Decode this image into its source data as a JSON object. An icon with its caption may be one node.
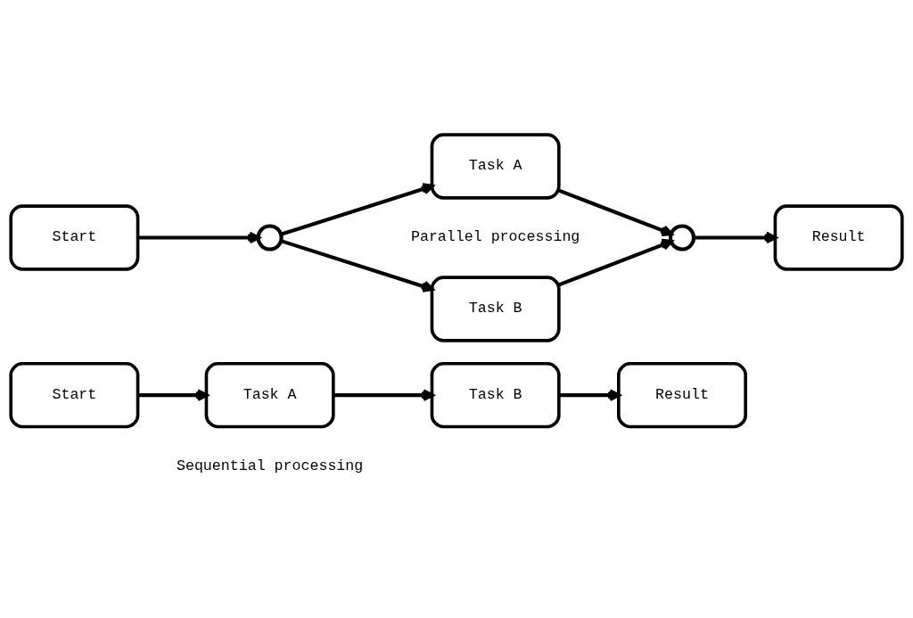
{
  "diagram": {
    "nodes": [
      {
        "text": [
          "Start"
        ]
      },
      {
        "text": [
          "Task A"
        ]
      },
      {
        "text": [
          "Task B"
        ]
      },
      {
        "text": [
          "Result"
        ]
      },
      {
        "text": [
          "Start"
        ]
      },
      {
        "text": [],
        "shape": "circle"
      },
      {
        "text": [
          "Task A"
        ]
      },
      {
        "text": [
          "Task B"
        ]
      },
      {
        "text": [],
        "shape": "circle"
      },
      {
        "text": [
          "Result"
        ]
      }
    ],
    "edges": [
      {
        "from": 0,
        "to": 1,
        "arrow": "to"
      },
      {
        "from": 1,
        "to": 2,
        "arrow": "to"
      },
      {
        "from": 2,
        "to": 3,
        "arrow": "to"
      },
      {
        "from": 4,
        "to": 5,
        "arrow": "to"
      },
      {
        "from": 5,
        "to": 6,
        "arrow": "to"
      },
      {
        "from": 5,
        "to": 7,
        "arrow": "to"
      },
      {
        "from": 6,
        "to": 8,
        "arrow": "to"
      },
      {
        "from": 7,
        "to": 8,
        "arrow": "to"
      },
      {
        "from": 8,
        "to": 9,
        "arrow": "to"
      }
    ],
    "labels": [
      "Sequential processing",
      "Parallel processing"
    ]
  }
}
